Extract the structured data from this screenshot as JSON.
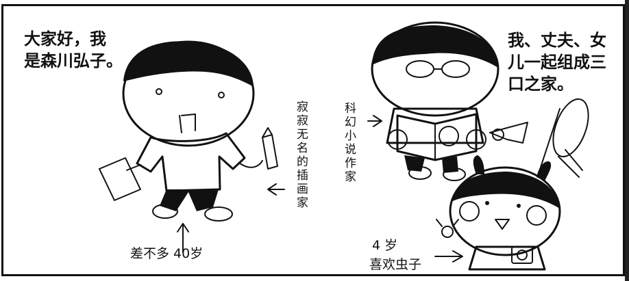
{
  "speech": {
    "left_line1": "大家好，我",
    "left_line2": "是森川弘子。",
    "right_line1": "我、丈夫、女",
    "right_line2": "儿一起组成三",
    "right_line3": "口之家。"
  },
  "captions": {
    "illustrator": "寂寂无名的插画家",
    "age_mom": "差不多 40岁",
    "husband_job": "科幻小说作家",
    "daughter_age": "4 岁",
    "daughter_hobby": "喜欢虫子"
  }
}
